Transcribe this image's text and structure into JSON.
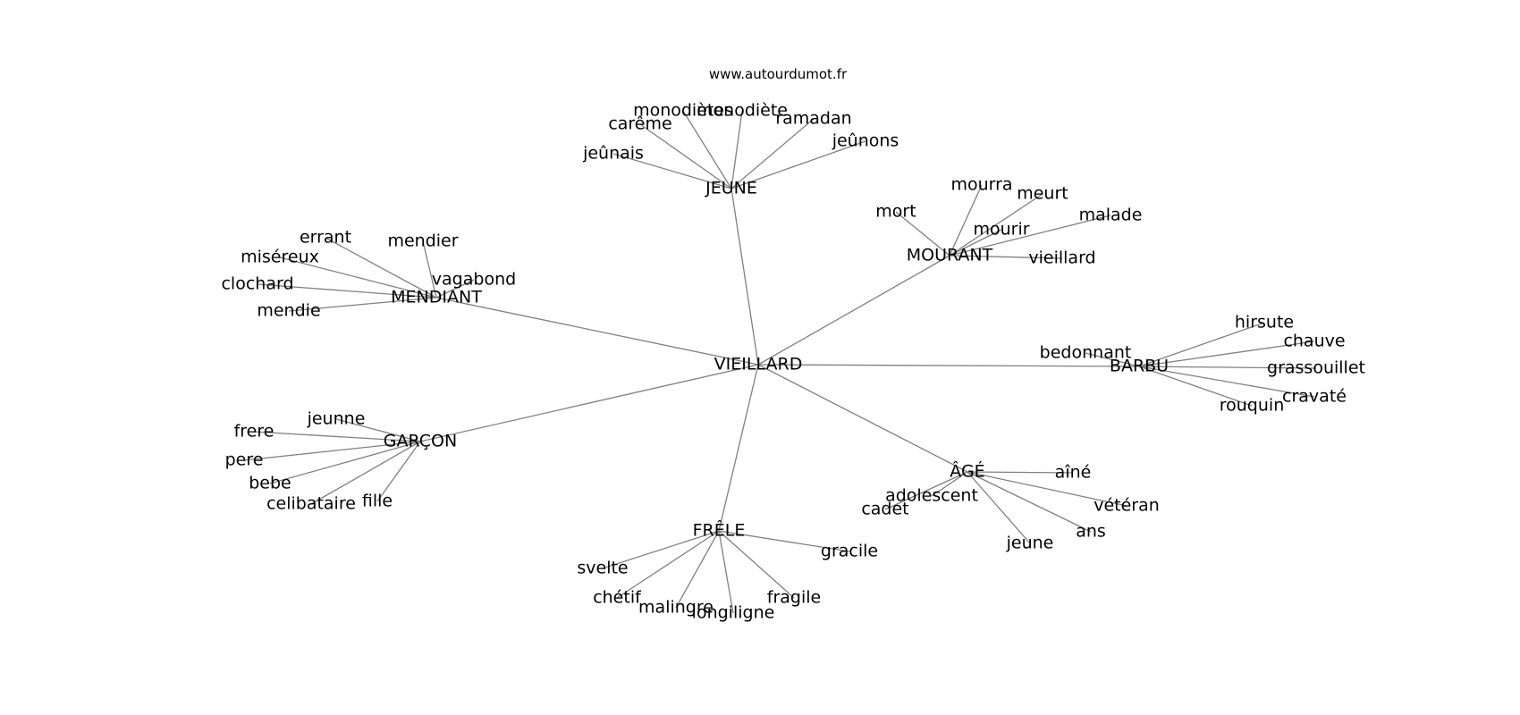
{
  "site": "www.autourdumot.fr",
  "colors": {
    "edge": "#808080",
    "text": "#000000",
    "background": "#ffffff"
  },
  "graph": {
    "center": "VIEILLARD",
    "hubs": [
      {
        "id": "JEUNE",
        "neighbors": [
          "carême",
          "monodiètes",
          "monodiète",
          "ramadan",
          "jeûnons",
          "jeûnais"
        ]
      },
      {
        "id": "MENDIANT",
        "neighbors": [
          "errant",
          "mendier",
          "miséreux",
          "vagabond",
          "clochard",
          "mendie"
        ]
      },
      {
        "id": "MOURANT",
        "neighbors": [
          "mourra",
          "meurt",
          "mort",
          "malade",
          "mourir",
          "vieillard"
        ]
      },
      {
        "id": "BARBU",
        "neighbors": [
          "hirsute",
          "bedonnant",
          "chauve",
          "grassouillet",
          "cravaté",
          "rouquin"
        ]
      },
      {
        "id": "GARÇON",
        "neighbors": [
          "jeunne",
          "frere",
          "pere",
          "bebe",
          "celibataire",
          "fille"
        ]
      },
      {
        "id": "ÂGÉ",
        "neighbors": [
          "aîné",
          "adolescent",
          "cadet",
          "vétéran",
          "ans",
          "jeune"
        ]
      },
      {
        "id": "FRÊLE",
        "neighbors": [
          "gracile",
          "svelte",
          "chétif",
          "malingre",
          "longiligne",
          "fragile"
        ]
      }
    ]
  }
}
